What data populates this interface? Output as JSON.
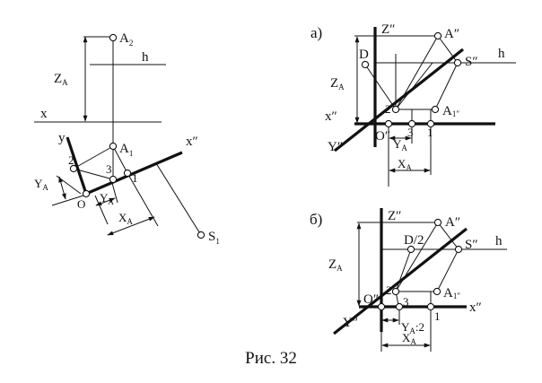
{
  "caption": "Рис. 32",
  "left": {
    "A2": "A",
    "A2_sub": "2",
    "h": "h",
    "ZA": "Z",
    "ZA_sub": "A",
    "x": "x",
    "y": "y",
    "A1": "A",
    "A1_sub": "1",
    "x2": "x″",
    "p2": "2",
    "p3": "3",
    "p1": "1",
    "YA_a": "Y",
    "YA_a_sub": "A",
    "O": "O",
    "YA_b": "Y",
    "YA_b_sub": "A",
    "XA": "X",
    "XA_sub": "A",
    "S1": "S",
    "S1_sub": "1"
  },
  "panel_a": {
    "label": "а)",
    "Z": "Z″",
    "A": "A″",
    "D": "D",
    "S": "S″",
    "h": "h",
    "ZA": "Z",
    "ZA_sub": "A",
    "x": "x″",
    "p2": "2",
    "A1": "A",
    "A1_sup": "1″",
    "O": "O″",
    "p3": "3",
    "p1": "1",
    "Y": "Y″",
    "YA": "Y",
    "YA_sub": "A",
    "XA": "X",
    "XA_sub": "A"
  },
  "panel_b": {
    "label": "б)",
    "Z": "Z″",
    "A": "A″",
    "D2": "D/2",
    "S": "S″",
    "h": "h",
    "ZA": "Z",
    "ZA_sub": "A",
    "p2": "2",
    "A1": "A",
    "A1_sup": "1″",
    "O": "O″",
    "x": "x″",
    "p3": "3",
    "Y": "Y″",
    "YA2": "Y",
    "YA2_rest": "A",
    "YA2_tail": ":2",
    "p1": "1",
    "XA": "X",
    "XA_sub": "A"
  }
}
